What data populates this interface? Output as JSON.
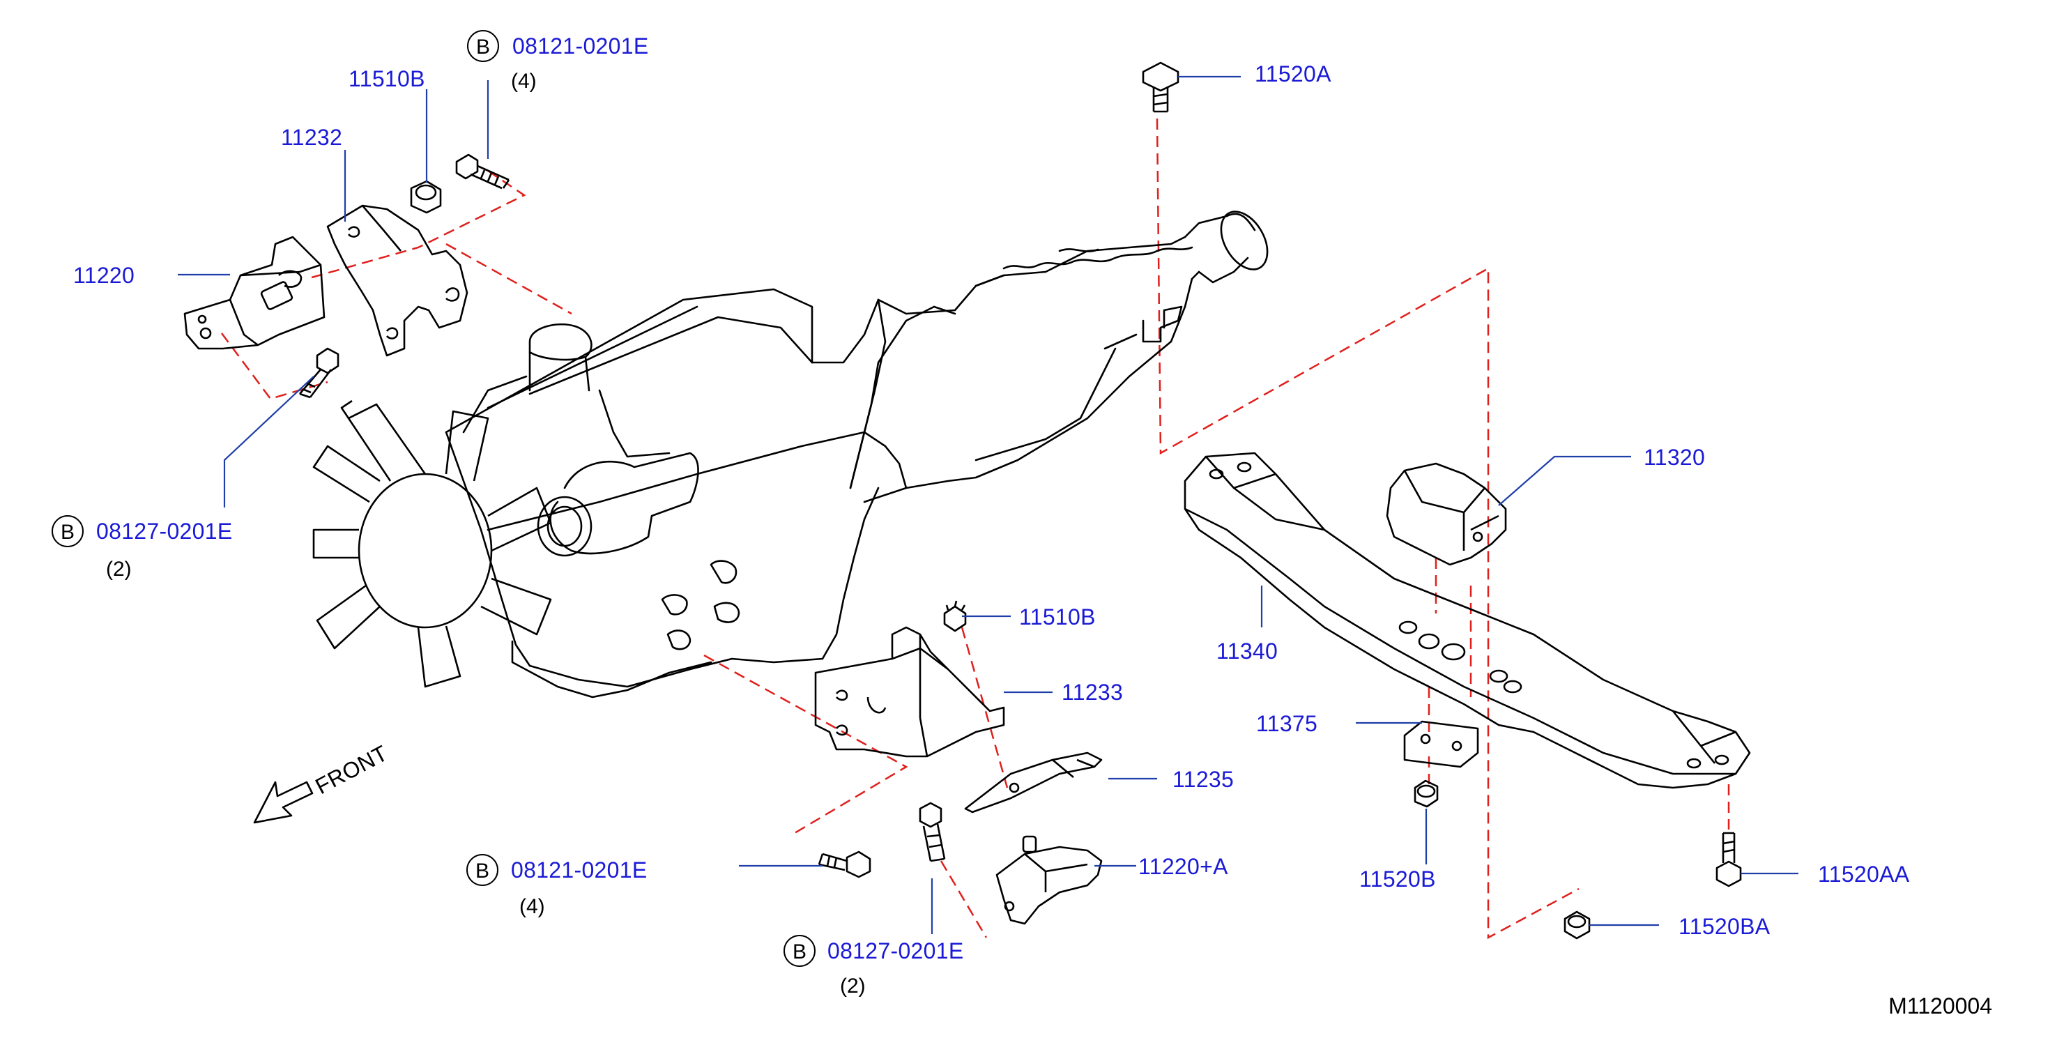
{
  "colors": {
    "part_label": "#1a1ad6",
    "leader_line": "#1f3fa8",
    "dashed_line": "#e0201c",
    "outline": "#000000",
    "background": "#ffffff"
  },
  "parts": {
    "p_11510B_top": "11510B",
    "p_11232": "11232",
    "p_11220": "11220",
    "p_11520A": "11520A",
    "p_11320": "11320",
    "p_11340": "11340",
    "p_11510B_bottom": "11510B",
    "p_11233": "11233",
    "p_11235": "11235",
    "p_11220A": "11220+A",
    "p_11375": "11375",
    "p_11520B": "11520B",
    "p_11520AA": "11520AA",
    "p_11520BA": "11520BA"
  },
  "bolts": {
    "b1_circle": "B",
    "b1_code": "08121-0201E",
    "b1_qty": "(4)",
    "b2_circle": "B",
    "b2_code": "08127-0201E",
    "b2_qty": "(2)",
    "b3_circle": "B",
    "b3_code": "08121-0201E",
    "b3_qty": "(4)",
    "b4_circle": "B",
    "b4_code": "08127-0201E",
    "b4_qty": "(2)"
  },
  "front_label": "FRONT",
  "figure_id": "M1120004",
  "icons": {
    "front_arrow": "front-arrow-icon",
    "fan": "cooling-fan-icon"
  }
}
